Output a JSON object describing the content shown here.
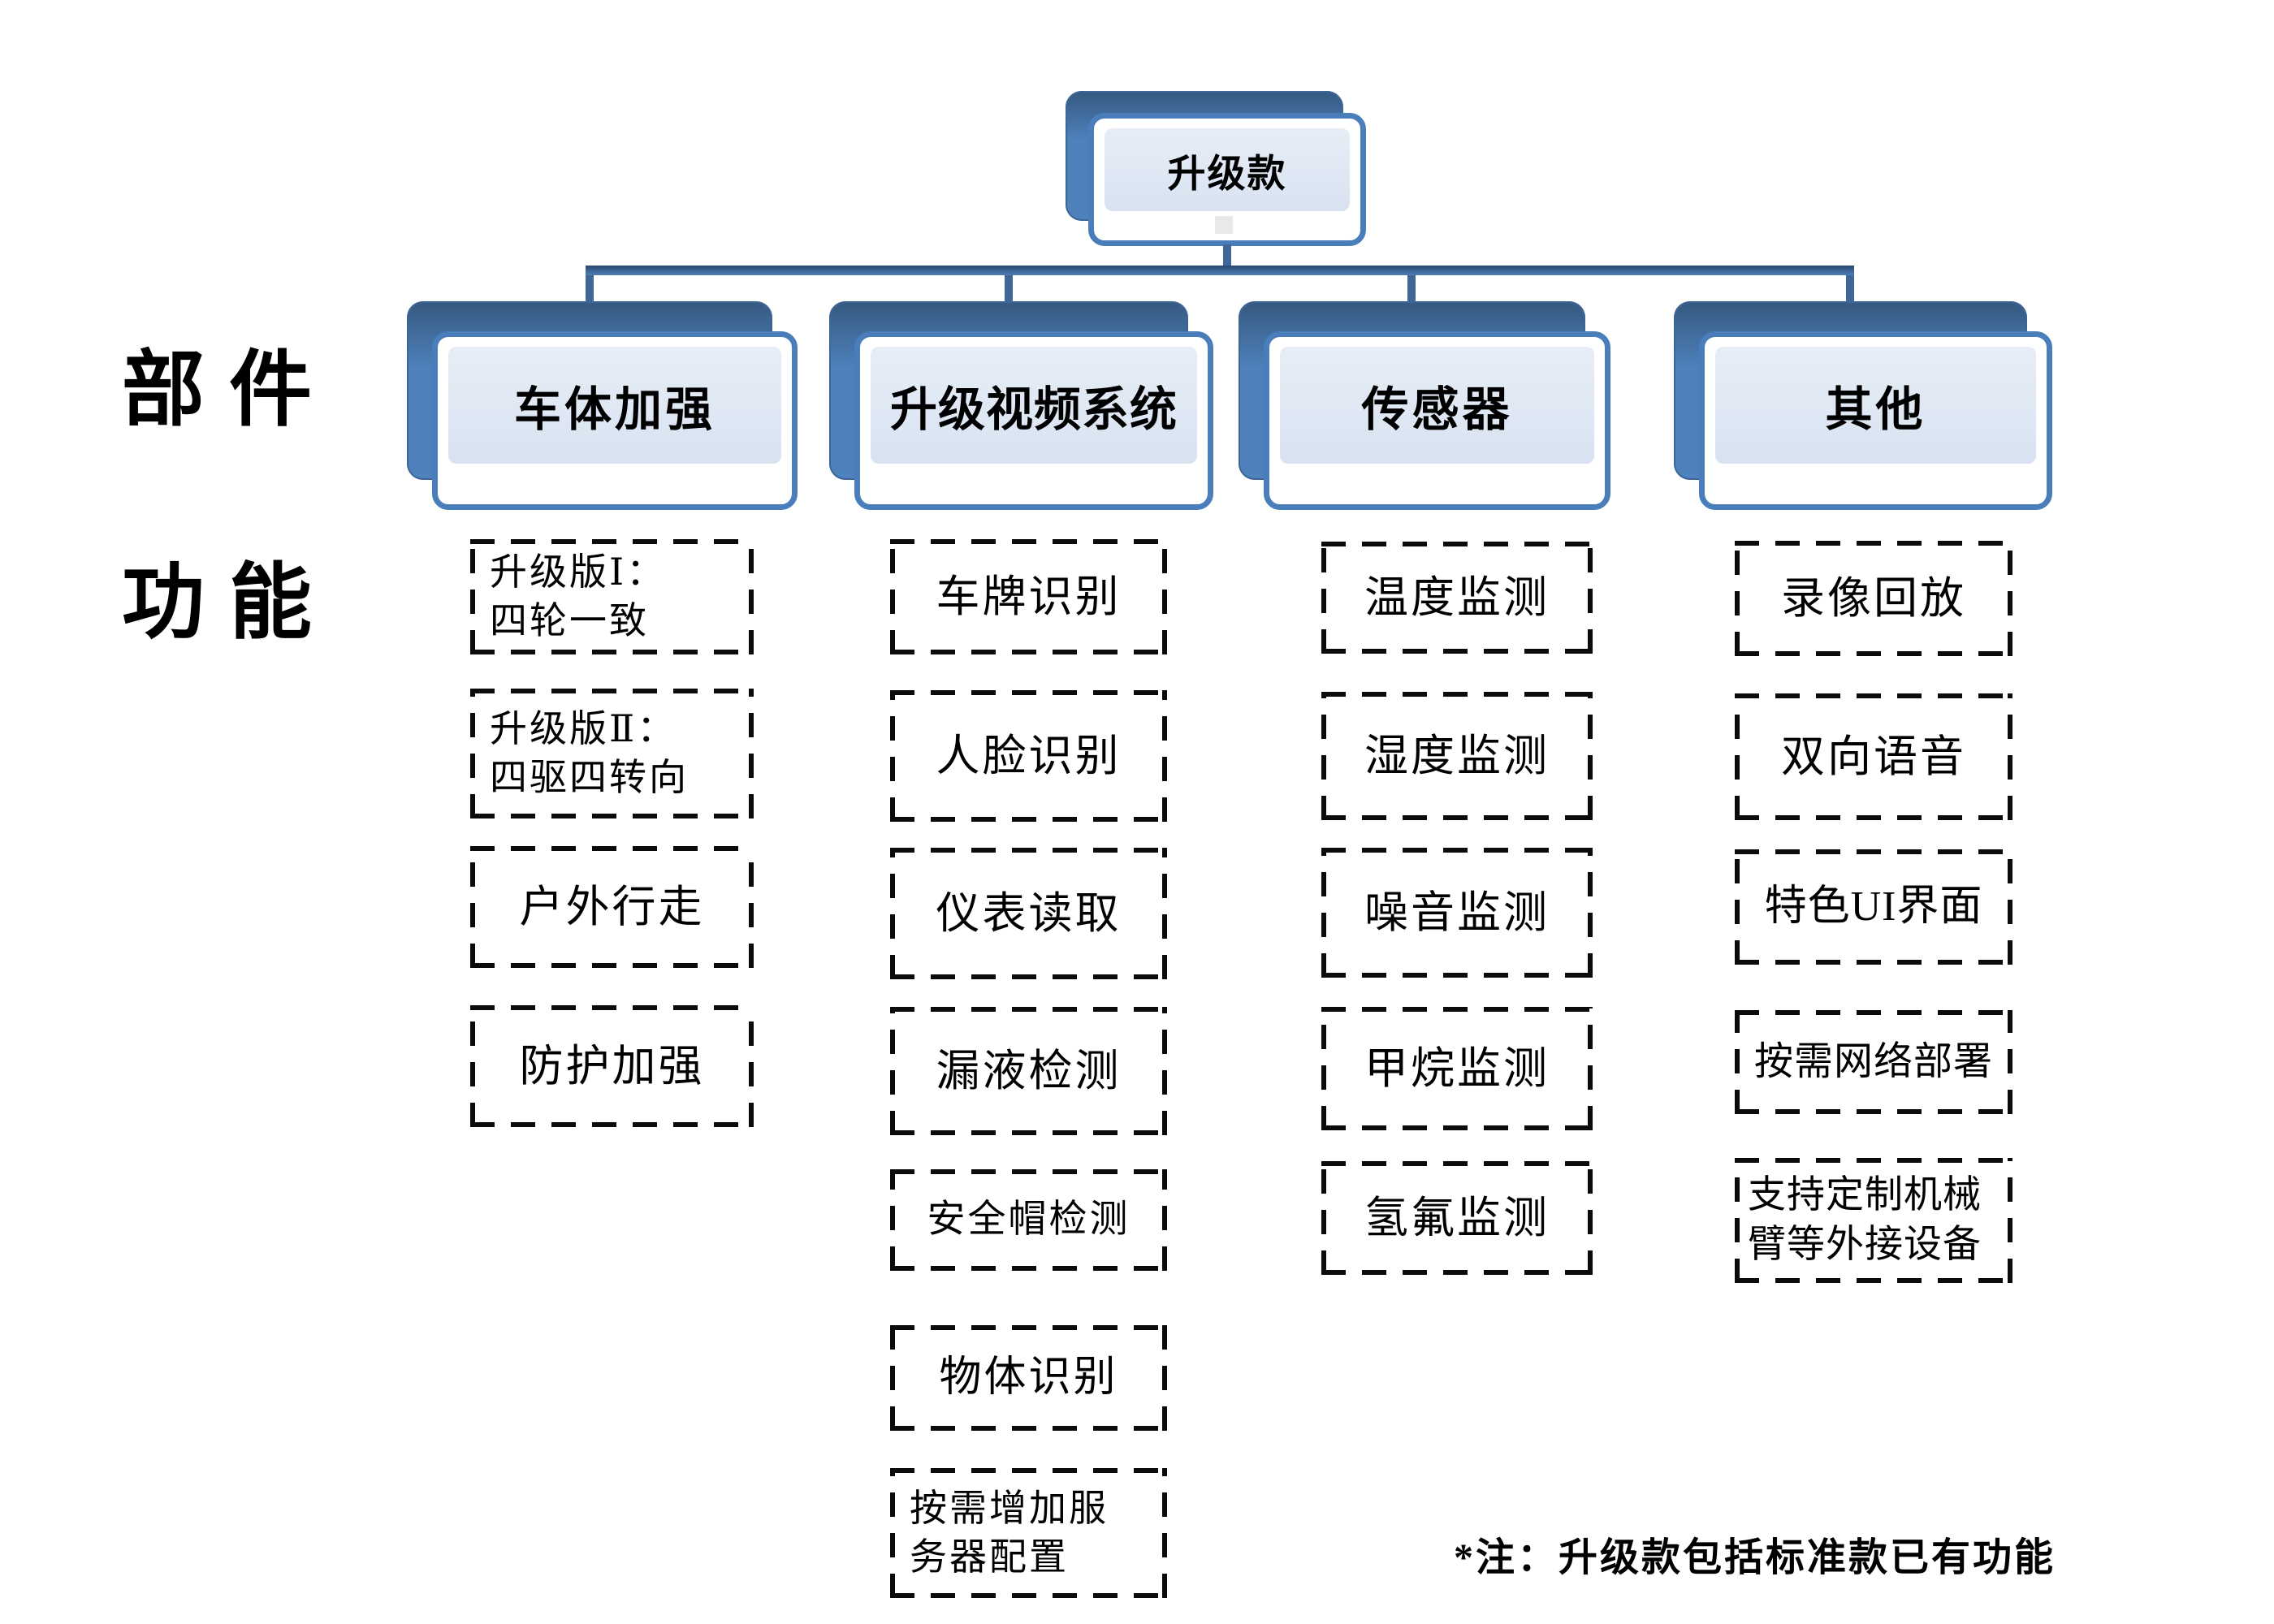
{
  "colors": {
    "node_fill_blue": "#4f81bd",
    "node_border_blue": "#4a7ebb",
    "node_inner_fill": "#dde6f3",
    "connector_blue": "#3f6797",
    "dashed_border": "#0b0b0b",
    "background": "#ffffff"
  },
  "row_labels": [
    {
      "text": "部件"
    },
    {
      "text": "功能"
    }
  ],
  "root": {
    "label": "升级款"
  },
  "branches": [
    {
      "label": "车体加强",
      "items": [
        {
          "text": "升级版Ⅰ：\n四轮一致"
        },
        {
          "text": "升级版Ⅱ：\n四驱四转向"
        },
        {
          "text": "户外行走"
        },
        {
          "text": "防护加强"
        }
      ]
    },
    {
      "label": "升级视频系统",
      "items": [
        {
          "text": "车牌识别"
        },
        {
          "text": "人脸识别"
        },
        {
          "text": "仪表读取"
        },
        {
          "text": "漏液检测"
        },
        {
          "text": "安全帽检测"
        },
        {
          "text": "物体识别"
        },
        {
          "text": "按需增加服\n务器配置"
        }
      ]
    },
    {
      "label": "传感器",
      "items": [
        {
          "text": "温度监测"
        },
        {
          "text": "湿度监测"
        },
        {
          "text": "噪音监测"
        },
        {
          "text": "甲烷监测"
        },
        {
          "text": "氢氟监测"
        }
      ]
    },
    {
      "label": "其他",
      "items": [
        {
          "text": "录像回放"
        },
        {
          "text": "双向语音"
        },
        {
          "text": "特色UI界面"
        },
        {
          "text": "按需网络部署"
        },
        {
          "text": "支持定制机械\n臂等外接设备"
        }
      ]
    }
  ],
  "note": {
    "text": "*注：升级款包括标准款已有功能"
  }
}
